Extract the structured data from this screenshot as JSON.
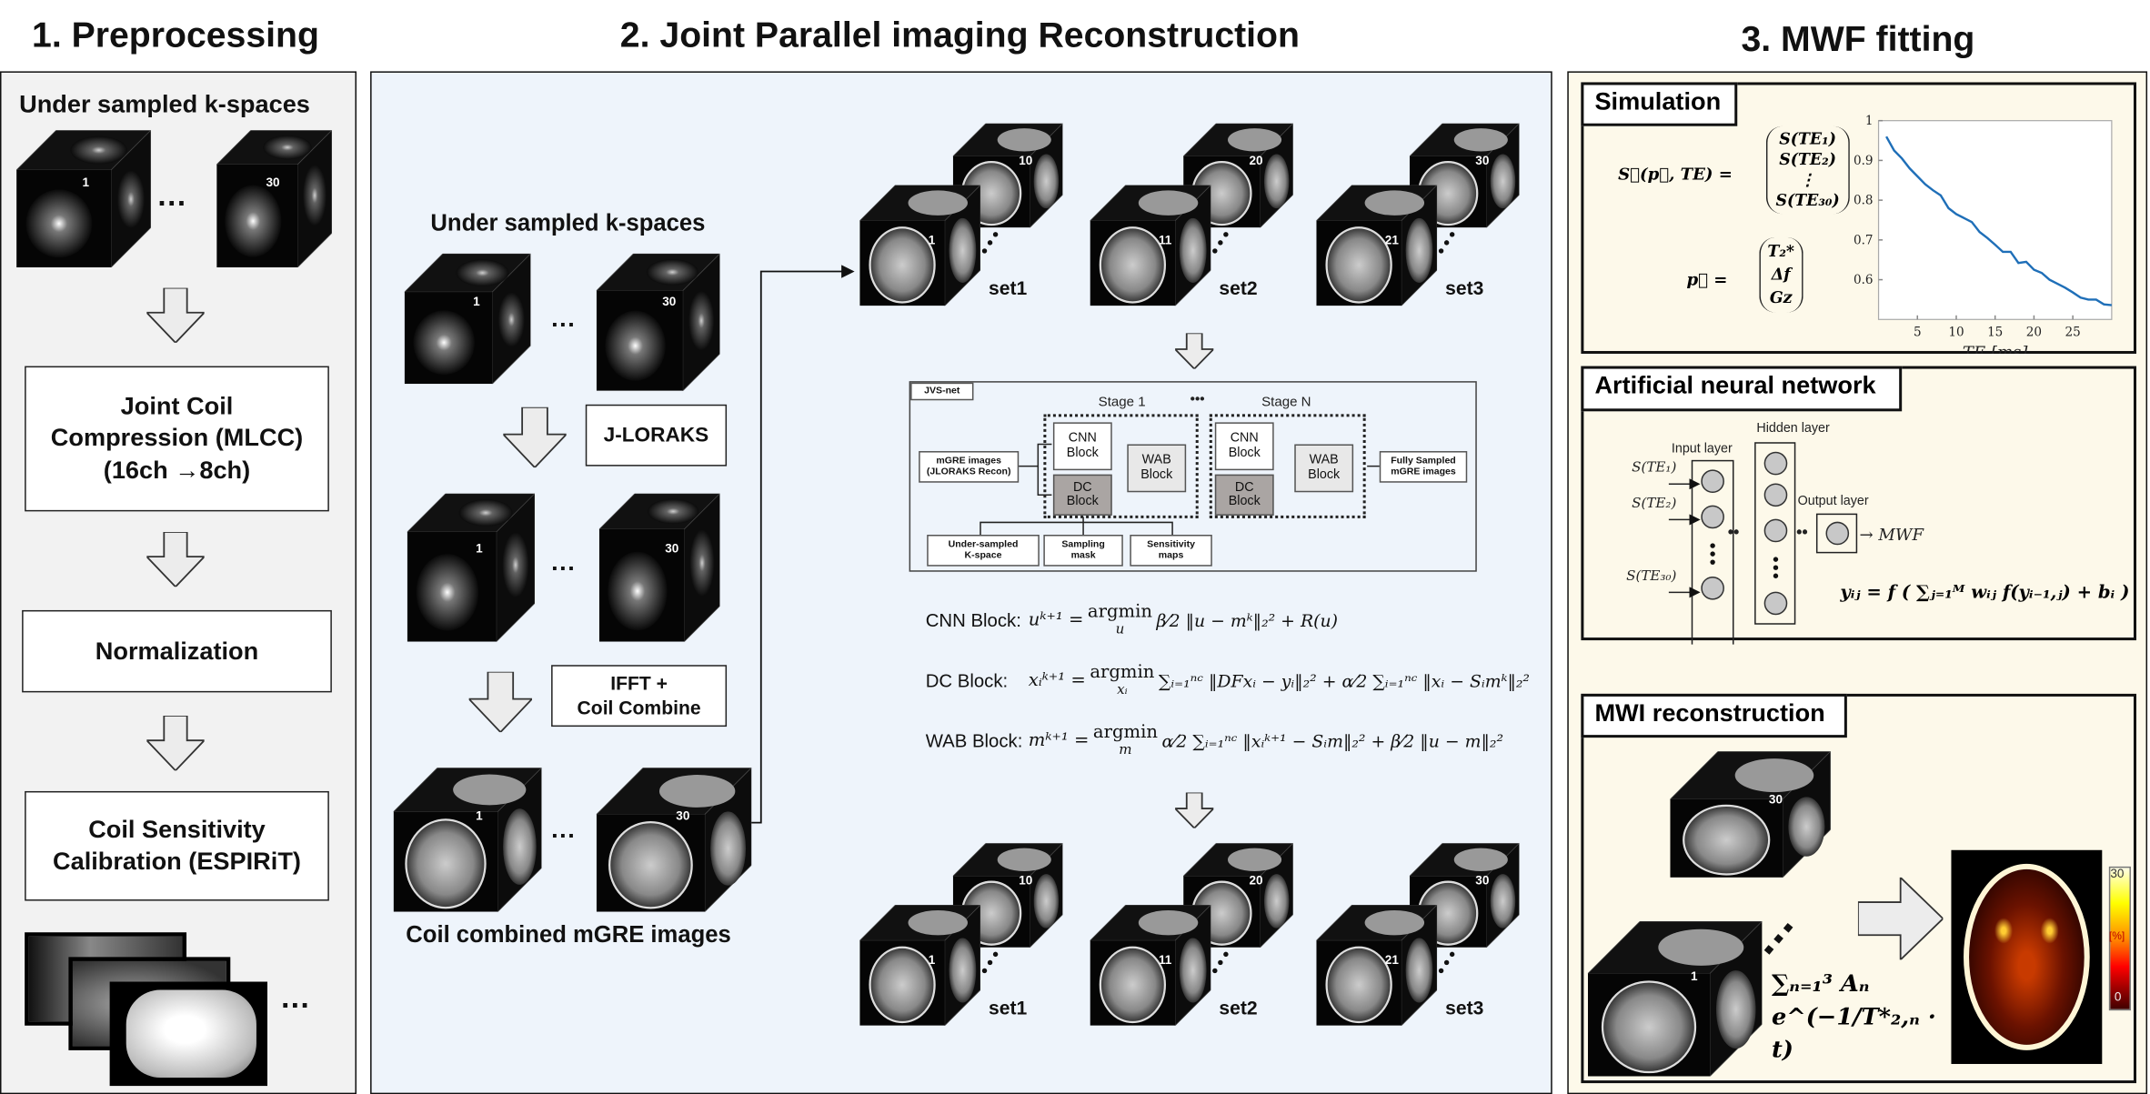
{
  "titles": {
    "preprocessing": "1. Preprocessing",
    "reconstruction": "2. Joint Parallel imaging Reconstruction",
    "mwf_fitting": "3. MWF fitting"
  },
  "preprocessing": {
    "kspace_label": "Under sampled k-spaces",
    "kspace_numbers": [
      "1",
      "30"
    ],
    "dots": "...",
    "steps": [
      {
        "line1": "Joint Coil",
        "line2": "Compression (MLCC)",
        "line3": "(16ch →8ch)"
      },
      {
        "line1": "Normalization"
      },
      {
        "line1": "Coil Sensitivity",
        "line2": "Calibration (ESPIRiT)"
      }
    ]
  },
  "reconstruction": {
    "kspace_label": "Under sampled k-spaces",
    "kspace_numbers": [
      "1",
      "30"
    ],
    "jloraks_numbers": [
      "1",
      "30"
    ],
    "coil_numbers": [
      "1",
      "30"
    ],
    "dots": "...",
    "jloraks_button": "J-LORAKS",
    "ifft_line1": "IFFT +",
    "ifft_line2": "Coil Combine",
    "coil_label": "Coil combined mGRE images",
    "sets": [
      {
        "label": "set1",
        "front": "1",
        "back": "10"
      },
      {
        "label": "set2",
        "front": "11",
        "back": "20"
      },
      {
        "label": "set3",
        "front": "21",
        "back": "30"
      }
    ],
    "jvsnet": {
      "tag": "JVS-net",
      "stage1": "Stage 1",
      "stage_dots": "•••",
      "stageN": "Stage N",
      "cnn": [
        "CNN",
        "Block"
      ],
      "wab": [
        "WAB",
        "Block"
      ],
      "dc": [
        "DC",
        "Block"
      ],
      "input": [
        "mGRE images",
        "(JLORAKS Recon)"
      ],
      "output": [
        "Fully Sampled",
        "mGRE images"
      ],
      "bottom": [
        [
          "Under-sampled",
          "K-space"
        ],
        [
          "Sampling",
          "mask"
        ],
        [
          "Sensitivity",
          "maps"
        ]
      ]
    },
    "formulas": [
      {
        "label": "CNN Block:",
        "lhs": "uᵏ⁺¹ =",
        "op": "argmin",
        "under": "u",
        "rhs": "β⁄2 ‖u − mᵏ‖₂² + R(u)"
      },
      {
        "label": "DC Block:",
        "lhs": "xᵢᵏ⁺¹ =",
        "op": "argmin",
        "under": "xᵢ",
        "rhs": "∑ᵢ₌₁ⁿᶜ ‖DFxᵢ − yᵢ‖₂² + α⁄2 ∑ᵢ₌₁ⁿᶜ ‖xᵢ − Sᵢmᵏ‖₂²"
      },
      {
        "label": "WAB Block:",
        "lhs": "mᵏ⁺¹ =",
        "op": "argmin",
        "under": "m",
        "rhs": "α⁄2 ∑ᵢ₌₁ⁿᶜ ‖xᵢᵏ⁺¹ − Sᵢm‖₂² + β⁄2 ‖u − m‖₂²"
      }
    ]
  },
  "mwf": {
    "simulation": {
      "header": "Simulation",
      "eq1_lhs": "S⃗(p⃗, TE) =",
      "eq1_vector": [
        "S(TE₁)",
        "S(TE₂)",
        "⋮",
        "S(TE₃₀)"
      ],
      "eq2_lhs": "p⃗ =",
      "eq2_vector": [
        "T₂*",
        "Δf",
        "Gᴢ"
      ]
    },
    "ann": {
      "header": "Artificial neural network",
      "input_layer": "Input layer",
      "hidden_layer": "Hidden layer",
      "output_layer": "Output layer",
      "inputs": [
        "S(TE₁)",
        "S(TE₂)",
        "S(TE₃₀)"
      ],
      "output": "→ MWF",
      "dots": "••",
      "equation": "yᵢⱼ = f ( ∑ⱼ₌₁ᴹ wᵢⱼ f(yᵢ₋₁,ⱼ) + bᵢ )"
    },
    "mwi": {
      "header": "MWI reconstruction",
      "cube_numbers": [
        "30",
        "1"
      ],
      "sum_formula": "∑ₙ₌₁³ Aₙ e^(−1/T*₂,ₙ · t)",
      "colorbar": {
        "max": "30",
        "unit": "[%]",
        "min": "0"
      }
    }
  },
  "chart_data": {
    "type": "line",
    "title": "",
    "xlabel": "TE [ms]",
    "ylabel": "",
    "xlim": [
      0,
      30
    ],
    "ylim": [
      0.5,
      1.0
    ],
    "xticks": [
      5,
      10,
      15,
      20,
      25
    ],
    "yticks": [
      0.6,
      0.7,
      0.8,
      0.9,
      1
    ],
    "ytick_labels": [
      "0.6",
      "0.7",
      "0.8",
      "0.9",
      "1"
    ],
    "grid": false,
    "line_color": "#1f6fb8",
    "x": [
      1,
      2,
      3,
      4,
      5,
      6,
      7,
      8,
      9,
      10,
      11,
      12,
      13,
      14,
      15,
      16,
      17,
      18,
      19,
      20,
      21,
      22,
      23,
      24,
      25,
      26,
      27,
      28,
      29,
      30
    ],
    "y": [
      0.96,
      0.925,
      0.905,
      0.88,
      0.86,
      0.84,
      0.825,
      0.812,
      0.78,
      0.765,
      0.755,
      0.745,
      0.72,
      0.705,
      0.688,
      0.67,
      0.67,
      0.642,
      0.645,
      0.625,
      0.617,
      0.6,
      0.59,
      0.58,
      0.568,
      0.555,
      0.55,
      0.55,
      0.538,
      0.536
    ]
  },
  "colors": {
    "preprocessing_bg": "#f2f2f2",
    "reconstruction_bg": "#eef4fb",
    "mwf_bg": "#fdf9ea",
    "dc_block": "#aaa5a3",
    "wab_block": "#e8e8e8"
  }
}
